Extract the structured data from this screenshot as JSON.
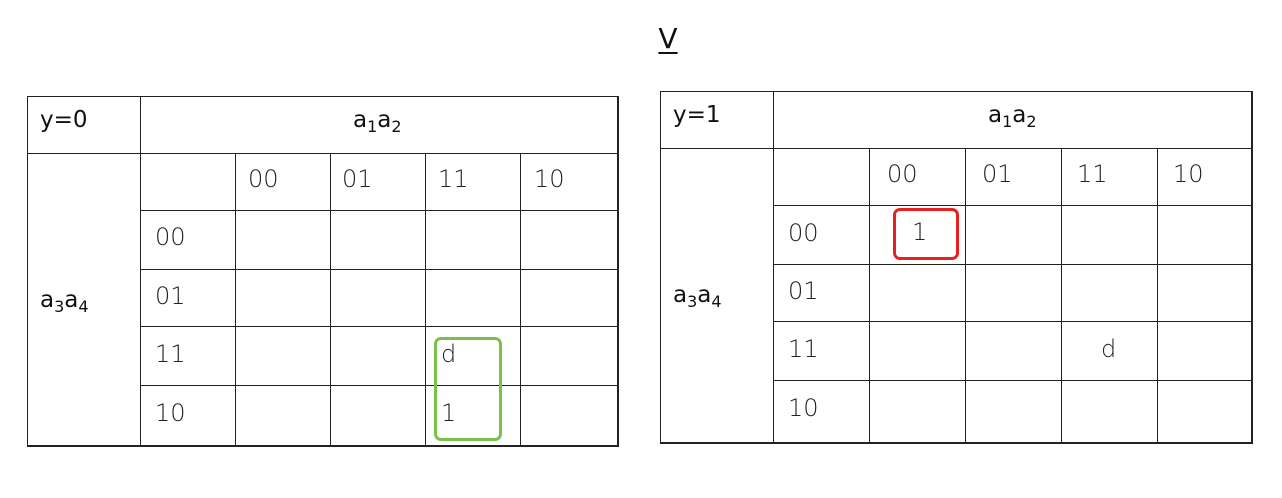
{
  "title": "V",
  "maps": [
    {
      "condition": "y=0",
      "col_var": "a",
      "col_sub1": "1",
      "col_var2": "a",
      "col_sub2": "2",
      "row_var": "a",
      "row_sub1": "3",
      "row_var2": "a",
      "row_sub2": "4",
      "col_codes": [
        "00",
        "01",
        "11",
        "10"
      ],
      "row_codes": [
        "00",
        "01",
        "11",
        "10"
      ],
      "cells": [
        [
          "",
          "",
          "",
          ""
        ],
        [
          "",
          "",
          "",
          ""
        ],
        [
          "",
          "",
          "d",
          ""
        ],
        [
          "",
          "",
          "1",
          ""
        ]
      ],
      "group_color": "#7bc04b"
    },
    {
      "condition": "y=1",
      "col_var": "a",
      "col_sub1": "1",
      "col_var2": "a",
      "col_sub2": "2",
      "row_var": "a",
      "row_sub1": "3",
      "row_var2": "a",
      "row_sub2": "4",
      "col_codes": [
        "00",
        "01",
        "11",
        "10"
      ],
      "row_codes": [
        "00",
        "01",
        "11",
        "10"
      ],
      "cells": [
        [
          "1",
          "",
          "",
          ""
        ],
        [
          "",
          "",
          "",
          ""
        ],
        [
          "",
          "",
          "d",
          ""
        ],
        [
          "",
          "",
          "",
          ""
        ]
      ],
      "group_color": "#e8201e"
    }
  ]
}
